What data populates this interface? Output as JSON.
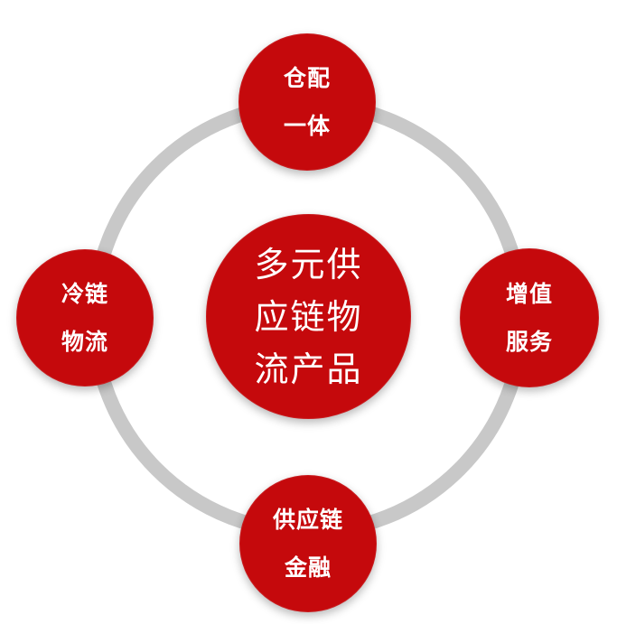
{
  "colors": {
    "node_fill": "#c5090c",
    "ring_stroke": "#c8c8c8",
    "text": "#ffffff"
  },
  "center": {
    "lines": [
      "多元供",
      "应链物",
      "流产品"
    ]
  },
  "nodes": {
    "top": {
      "lines": [
        "仓配",
        "一体"
      ]
    },
    "right": {
      "lines": [
        "增值",
        "服务"
      ]
    },
    "bottom": {
      "lines": [
        "供应链",
        "金融"
      ]
    },
    "left": {
      "lines": [
        "冷链",
        "物流"
      ]
    }
  }
}
